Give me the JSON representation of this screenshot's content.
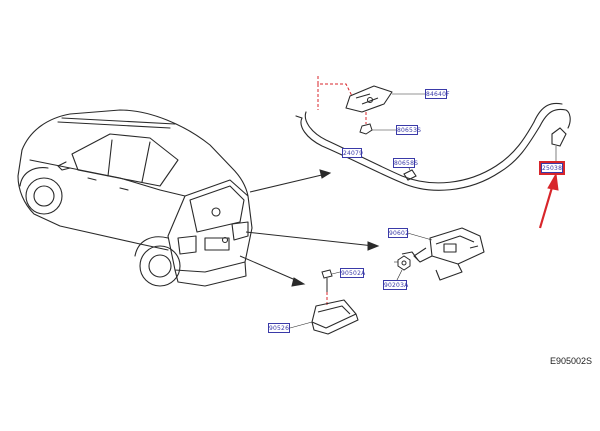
{
  "diagram": {
    "figure_id": "E905002S",
    "callouts": {
      "bracket": "84640F",
      "bolt_top": "80653S",
      "harness": "24079",
      "clip": "80658S",
      "switch": "90602",
      "lid_switch": "25038",
      "screw": "90502A",
      "nut": "90203A",
      "handle": "90526"
    },
    "colors": {
      "line": "#2a2a2a",
      "callout": "#3a3aa8",
      "arrow_highlight": "#d8262b",
      "dashed_leader": "#d8262b"
    }
  }
}
